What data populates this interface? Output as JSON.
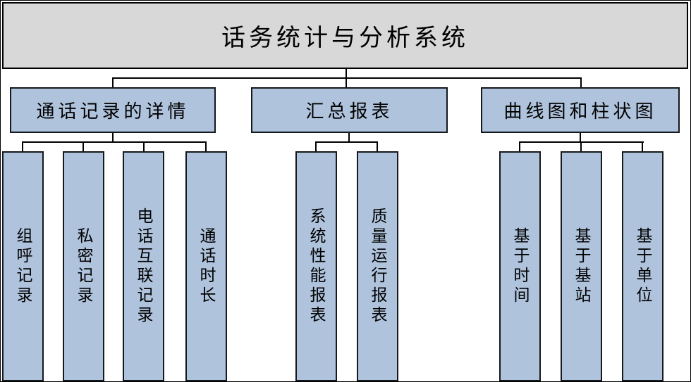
{
  "diagram": {
    "title": "话务统计与分析系统",
    "level2": [
      {
        "label": "通话记录的详情"
      },
      {
        "label": "汇总报表"
      },
      {
        "label": "曲线图和柱状图"
      }
    ],
    "level3_groups": [
      {
        "parent": "通话记录的详情",
        "items": [
          "组呼记录",
          "私密记录",
          "电话互联记录",
          "通话时长"
        ]
      },
      {
        "parent": "汇总报表",
        "items": [
          "系统性能报表",
          "质量运行报表"
        ]
      },
      {
        "parent": "曲线图和柱状图",
        "items": [
          "基于时间",
          "基于基站",
          "基于单位"
        ]
      }
    ],
    "colors": {
      "title_fill": "#d8d8d8",
      "node_fill": "#afc3dc",
      "node_border": "#15181d",
      "connector": "#000000"
    }
  }
}
